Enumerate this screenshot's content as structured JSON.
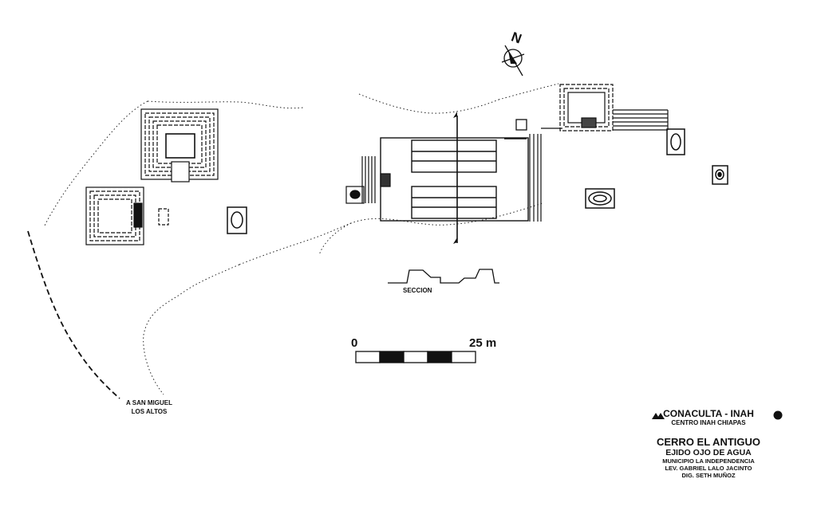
{
  "compass": {
    "north": "N",
    "icon": "north-arrow-icon"
  },
  "road_label": {
    "line1": "A SAN MIGUEL",
    "line2": "LOS ALTOS"
  },
  "section_label": "SECCION",
  "scale": {
    "start": "0",
    "end": "25 m"
  },
  "credits": {
    "institution": "CONACULTA - INAH",
    "center": "CENTRO INAH CHIAPAS",
    "site_name": "CERRO EL ANTIGUO",
    "ejido": "EJIDO OJO DE AGUA",
    "municipality": "MUNICIPIO LA INDEPENDENCIA",
    "survey": "LEV. GABRIEL LALO JACINTO",
    "drawing": "DIG. SETH MUÑOZ"
  },
  "colors": {
    "ink": "#111111",
    "paper": "#ffffff"
  }
}
